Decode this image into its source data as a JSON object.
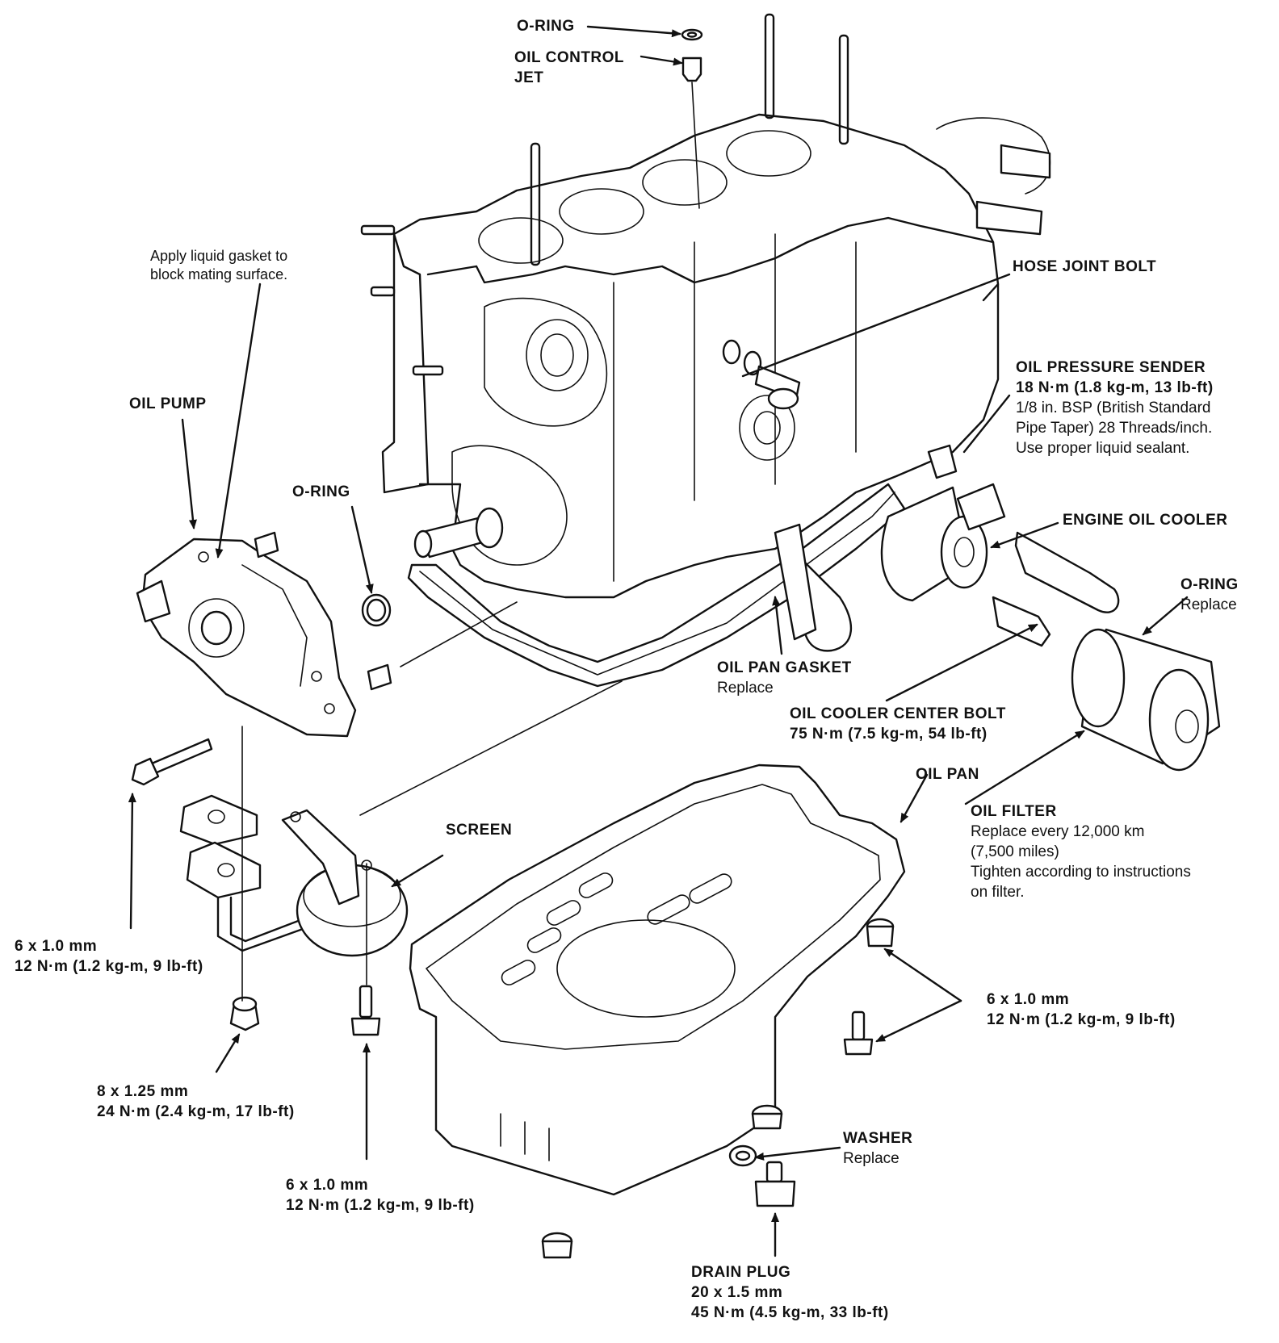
{
  "labels": {
    "o_ring_top": "O-RING",
    "oil_control_jet": [
      "OIL CONTROL",
      "JET"
    ],
    "liquid_gasket_note": [
      "Apply liquid gasket to",
      "block mating surface."
    ],
    "hose_joint_bolt": "HOSE JOINT BOLT",
    "oil_pressure_sender": {
      "name": "OIL PRESSURE SENDER",
      "torque": "18 N·m (1.8 kg-m, 13 lb-ft)",
      "notes": [
        "1/8 in. BSP (British Standard",
        "Pipe Taper) 28 Threads/inch.",
        "Use proper liquid sealant."
      ]
    },
    "oil_pump": "OIL PUMP",
    "o_ring_pump": "O-RING",
    "engine_oil_cooler": "ENGINE OIL COOLER",
    "o_ring_filter": {
      "name": "O-RING",
      "note": "Replace"
    },
    "oil_pan_gasket": {
      "name": "OIL PAN GASKET",
      "note": "Replace"
    },
    "oil_cooler_center_bolt": {
      "name": "OIL COOLER CENTER BOLT",
      "torque": "75 N·m (7.5 kg-m, 54 lb-ft)"
    },
    "oil_pan": "OIL PAN",
    "oil_filter": {
      "name": "OIL FILTER",
      "notes": [
        "Replace every 12,000 km",
        "(7,500 miles)",
        "Tighten according to instructions",
        "on filter."
      ]
    },
    "screen": "SCREEN",
    "bolt_pump": {
      "size": "6 x 1.0 mm",
      "torque": "12 N·m (1.2 kg-m, 9 lb-ft)"
    },
    "bolt_pan_right": {
      "size": "6 x 1.0 mm",
      "torque": "12 N·m (1.2 kg-m, 9 lb-ft)"
    },
    "nut_screen": {
      "size": "8 x 1.25 mm",
      "torque": "24 N·m (2.4 kg-m, 17 lb-ft)"
    },
    "bolt_screen": {
      "size": "6 x 1.0 mm",
      "torque": "12 N·m (1.2 kg-m, 9 lb-ft)"
    },
    "washer": {
      "name": "WASHER",
      "note": "Replace"
    },
    "drain_plug": {
      "name": "DRAIN PLUG",
      "size": "20 x 1.5 mm",
      "torque": "45 N·m (4.5 kg-m, 33 lb-ft)"
    }
  }
}
